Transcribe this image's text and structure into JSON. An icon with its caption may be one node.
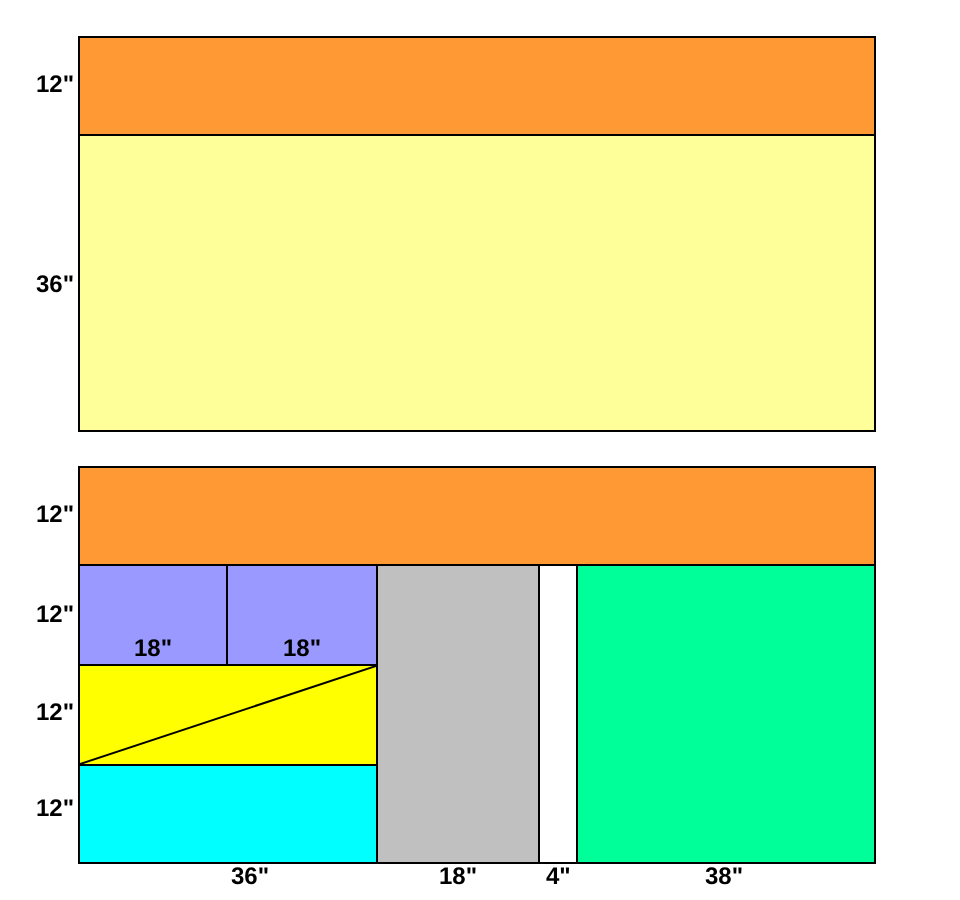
{
  "diagram": {
    "nodes": [
      {
        "text": [],
        "shape": "box"
      },
      {
        "text": [],
        "shape": "box"
      },
      {
        "text": [],
        "shape": "box"
      },
      {
        "text": [
          "18\""
        ]
      },
      {
        "text": [
          "18\""
        ]
      },
      {
        "text": [],
        "shape": "box"
      },
      {
        "text": [],
        "shape": "box"
      },
      {
        "text": [],
        "shape": "box"
      },
      {
        "text": [],
        "shape": "box"
      },
      {
        "text": [],
        "shape": "box"
      }
    ],
    "labels": [
      "12\"",
      "36\"",
      "12\"",
      "12\"",
      "12\"",
      "12\"",
      "36\"",
      "18\"",
      "4\"",
      "38\""
    ]
  }
}
